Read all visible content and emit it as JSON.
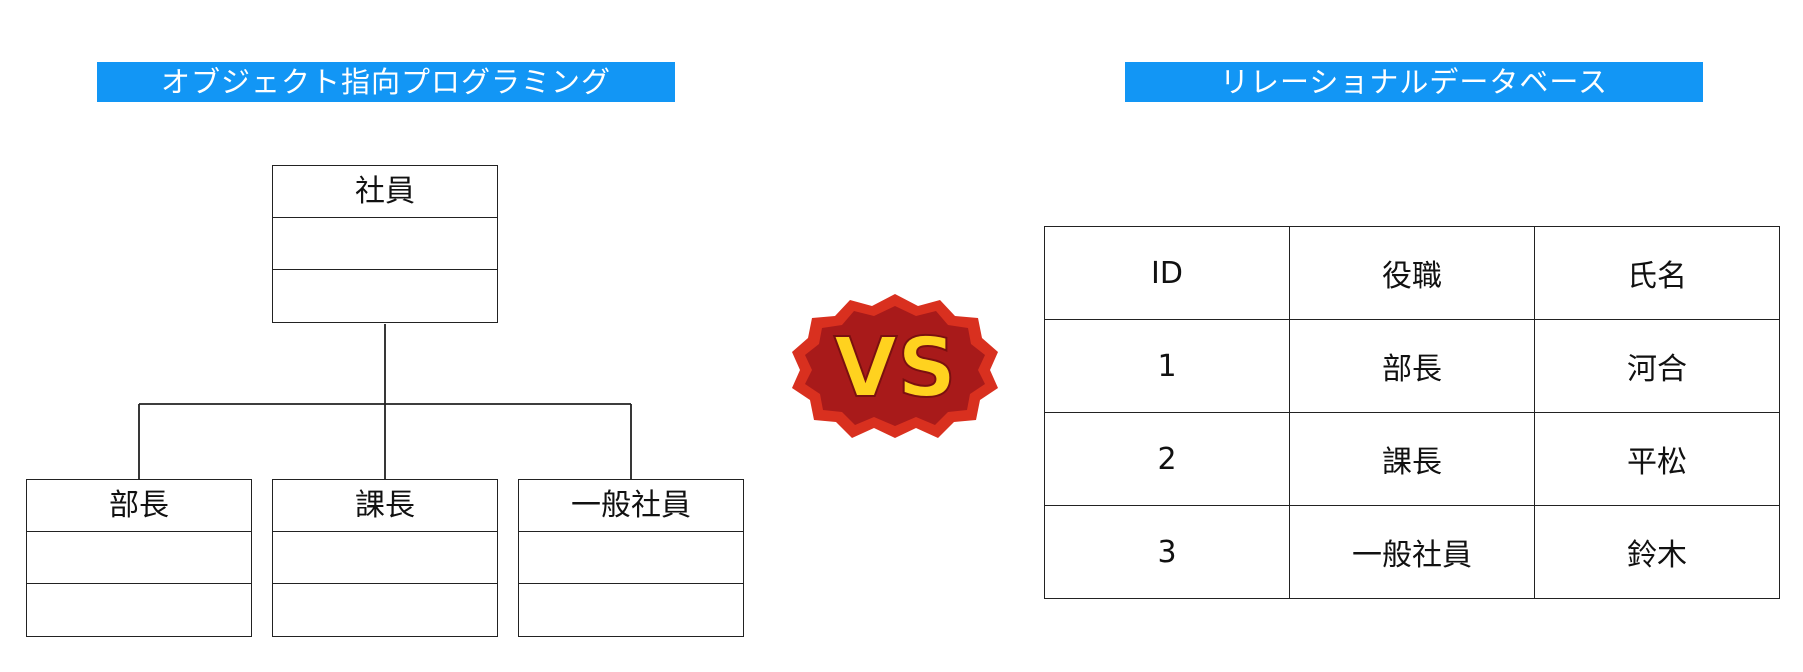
{
  "banners": {
    "oop": "オブジェクト指向プログラミング",
    "rdb": "リレーショナルデータベース"
  },
  "uml": {
    "parent": "社員",
    "children": [
      "部長",
      "課長",
      "一般社員"
    ]
  },
  "vs": {
    "label": "VS",
    "colors": {
      "outer": "#d9301f",
      "inner": "#a81a1a",
      "text": "#ffd21f"
    }
  },
  "table": {
    "headers": [
      "ID",
      "役職",
      "氏名"
    ],
    "rows": [
      [
        "1",
        "部長",
        "河合"
      ],
      [
        "2",
        "課長",
        "平松"
      ],
      [
        "3",
        "一般社員",
        "鈴木"
      ]
    ]
  },
  "colors": {
    "banner": "#1296f5",
    "line": "#222222"
  }
}
